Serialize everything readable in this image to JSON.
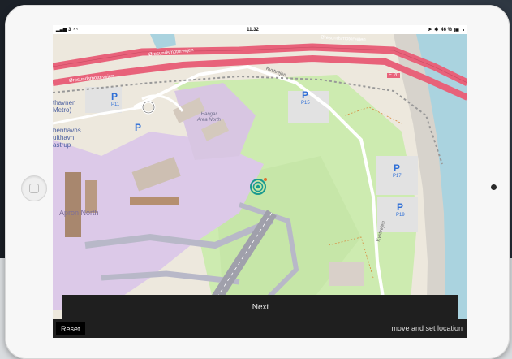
{
  "status": {
    "signal": "▂▄▆ 3",
    "wifi": "◠",
    "time": "11.32",
    "location_glyph": "➤",
    "bluetooth_glyph": "✱",
    "battery": "46 %"
  },
  "map": {
    "road_oresund_1": "Øresundsmotorvejen",
    "road_oresund_2": "Øresundsmotorvejen",
    "road_oresund_3": "Øresundsmotorvejen",
    "road_e20": "E 20",
    "road_kystvejen_1": "Kystvejen",
    "road_kystvejen_2": "Kystvejen",
    "station_line1": "thavnen",
    "station_line2": "Metro)",
    "airport_line1": "benhavns",
    "airport_line2": "ufthavn,",
    "airport_line3": "astrup",
    "hangar_line1": "Hangar",
    "hangar_line2": "Area North",
    "apron": "Apron North",
    "p_glyph": "P",
    "parking": [
      {
        "code": "P11"
      },
      {
        "code": "P15"
      },
      {
        "code": "P17"
      },
      {
        "code": "P19"
      }
    ]
  },
  "controls": {
    "next_label": "Next",
    "reset_label": "Reset",
    "hint": "move and set location"
  },
  "colors": {
    "marker": "#1a9a8f",
    "marker_accent": "#e0702c",
    "motorway": "#e8627a",
    "water": "#aad3df",
    "grass": "#cdebb0",
    "apron": "#dcc9e8"
  }
}
